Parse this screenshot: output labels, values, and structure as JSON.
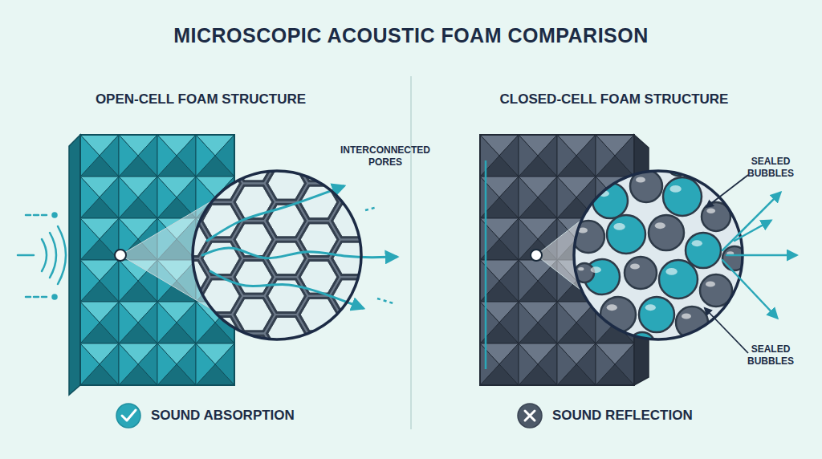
{
  "diagram": {
    "title": "MICROSCOPIC ACOUSTIC FOAM COMPARISON",
    "labels": [
      "OPEN-CELL FOAM STRUCTURE",
      "CLOSED-CELL FOAM STRUCTURE",
      "INTERCONNECTED PORES",
      "SEALED BUBBLES",
      "SEALED BUBBLES",
      "SOUND ABSORPTION",
      "SOUND REFLECTION"
    ]
  }
}
